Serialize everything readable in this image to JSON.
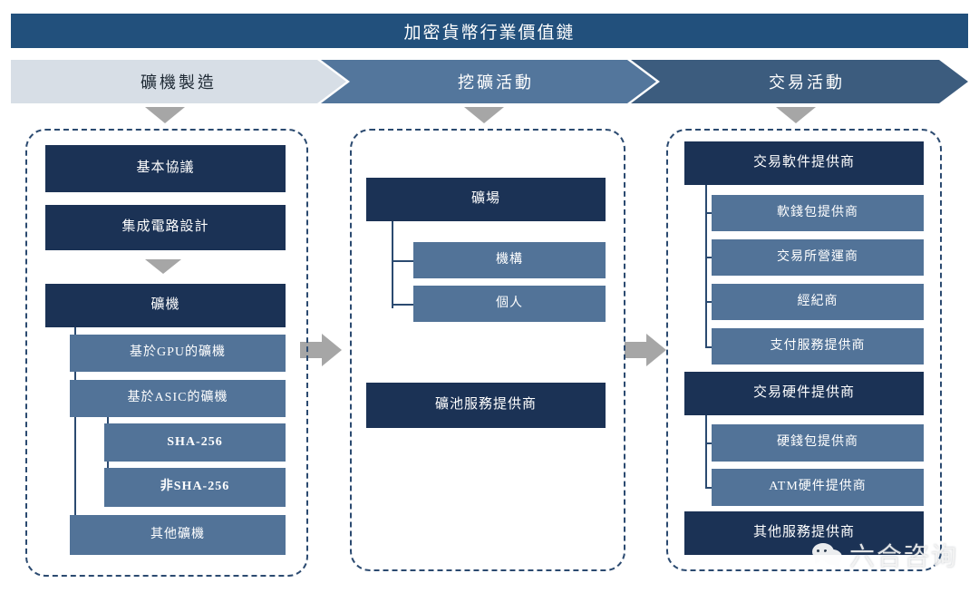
{
  "title": "加密貨幣行業價值鏈",
  "stages": [
    {
      "label": "礦機製造",
      "color": "#d7dee6"
    },
    {
      "label": "挖礦活動",
      "color": "#53769c"
    },
    {
      "label": "交易活動",
      "color": "#3c5c7e"
    }
  ],
  "colors": {
    "title_bar": "#22507c",
    "dark_node": "#1b3255",
    "mid_node": "#527398",
    "group_border": "#2b4a70",
    "arrow_gray": "#a6a6a6"
  },
  "columns": [
    {
      "name": "礦機製造",
      "nodes": [
        {
          "label": "基本協議",
          "level": 0
        },
        {
          "label": "集成電路設計",
          "level": 0
        },
        {
          "label": "礦機",
          "level": 0
        },
        {
          "label": "基於GPU的礦機",
          "level": 1
        },
        {
          "label": "基於ASIC的礦機",
          "level": 1
        },
        {
          "label": "SHA-256",
          "level": 2
        },
        {
          "label": "非SHA-256",
          "level": 2
        },
        {
          "label": "其他礦機",
          "level": 1
        }
      ]
    },
    {
      "name": "挖礦活動",
      "nodes": [
        {
          "label": "礦場",
          "level": 0
        },
        {
          "label": "機構",
          "level": 1
        },
        {
          "label": "個人",
          "level": 1
        },
        {
          "label": "礦池服務提供商",
          "level": 0
        }
      ]
    },
    {
      "name": "交易活動",
      "nodes": [
        {
          "label": "交易軟件提供商",
          "level": 0
        },
        {
          "label": "軟錢包提供商",
          "level": 1
        },
        {
          "label": "交易所營運商",
          "level": 1
        },
        {
          "label": "經紀商",
          "level": 1
        },
        {
          "label": "支付服務提供商",
          "level": 1
        },
        {
          "label": "交易硬件提供商",
          "level": 0
        },
        {
          "label": "硬錢包提供商",
          "level": 1
        },
        {
          "label": "ATM硬件提供商",
          "level": 1
        },
        {
          "label": "其他服務提供商",
          "level": 0
        }
      ]
    }
  ],
  "watermark": {
    "text": "六合咨询",
    "icon": "wechat-icon"
  }
}
